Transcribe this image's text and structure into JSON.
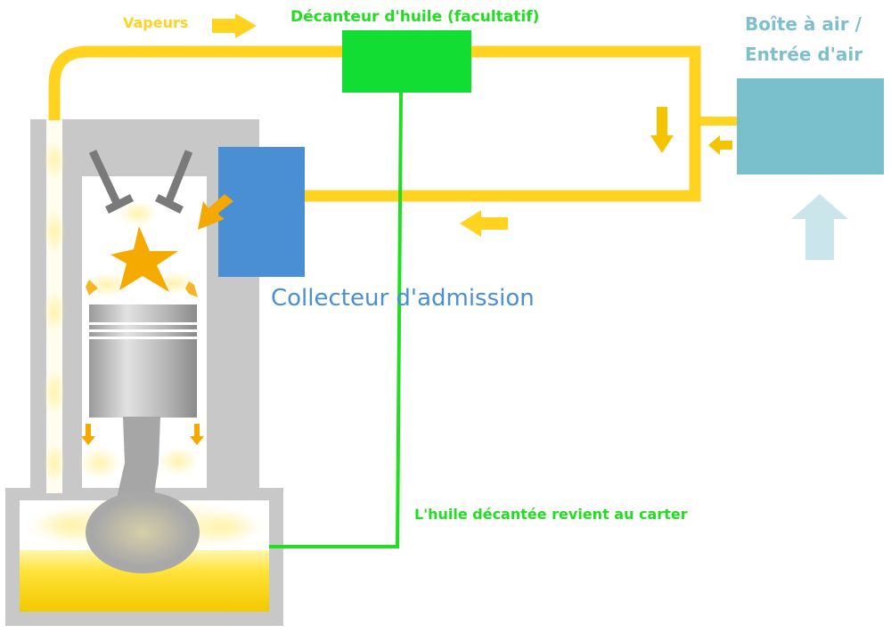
{
  "labels": {
    "vapeurs": "Vapeurs",
    "decanteur": "Décanteur d'huile (facultatif)",
    "boite_line1": "Boîte à air /",
    "boite_line2": "Entrée d'air",
    "collecteur": "Collecteur d'admission",
    "huile_retour": "L'huile décantée revient au carter"
  },
  "colors": {
    "vapor_pipe": "#ffd320",
    "oil_line": "#22dd22",
    "decanter_box": "#11dd33",
    "air_box": "#79bfcc",
    "manifold": "#4a8fd3",
    "engine_block": "#c8c8c8",
    "oil": "#ffe338",
    "arrow": "#f5a800",
    "air_arrow": "#cbe6ea"
  },
  "icons": {
    "valves": "valve-icon",
    "explosion": "combustion-star-icon",
    "piston": "piston-icon",
    "connecting_rod": "connecting-rod-icon",
    "crankshaft": "crankshaft-icon"
  }
}
